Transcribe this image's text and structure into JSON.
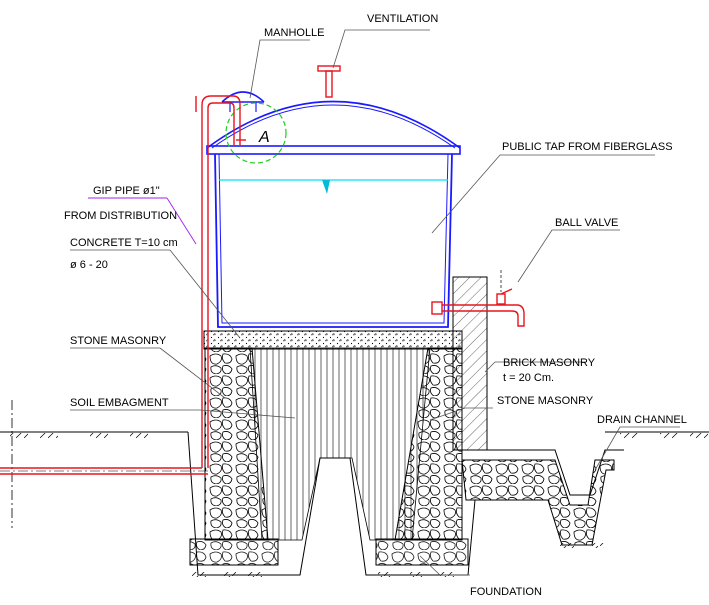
{
  "labels": {
    "manhole": "MANHOLLE",
    "ventilation": "VENTILATION",
    "detail_marker": "A",
    "public_tap": "PUBLIC TAP FROM FIBERGLASS",
    "gip_pipe": "GIP PIPE ø1\"",
    "from_distribution": "FROM DISTRIBUTION",
    "ball_valve": "BALL VALVE",
    "concrete": "CONCRETE T=10 cm",
    "rebar": "ø 6 - 20",
    "stone_masonry_left": "STONE MASONRY",
    "brick_masonry": "BRICK MASONRY",
    "brick_thickness": "t = 20 Cm.",
    "soil_embankment": "SOIL EMBAGMENT",
    "stone_masonry_right": "STONE MASONRY",
    "drain_channel": "DRAIN CHANNEL",
    "foundation": "FOUNDATION"
  },
  "colors": {
    "tank_outline": "#1a1aff",
    "pipe": "#e8141e",
    "water_line": "#00e0ff",
    "detail_circle": "#22cc22",
    "leader_purple": "#a020f0"
  }
}
